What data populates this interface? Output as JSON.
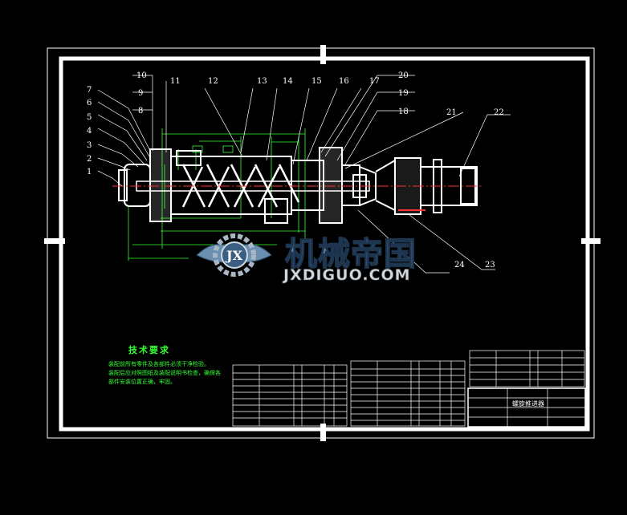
{
  "callouts": {
    "left_stack": [
      "7",
      "6",
      "5",
      "4",
      "3",
      "2",
      "1"
    ],
    "left_top": [
      "10",
      "9",
      "8"
    ],
    "top": [
      "11",
      "12",
      "13",
      "14",
      "15",
      "16",
      "17"
    ],
    "right_top": [
      "20",
      "19",
      "18"
    ],
    "far_right": [
      "21",
      "22"
    ],
    "bottom_right": [
      "24",
      "23"
    ]
  },
  "watermark": {
    "logo_text": "JX",
    "chinese": "机械帝国",
    "english": "JXDIGUO.COM"
  },
  "tech_requirements": {
    "title": "技术要求",
    "lines": [
      "装配前所有零件及各部件必须干净检验。",
      "装配后应对照图纸及装配说明书检查，确保各",
      "部件安装位置正确，牢固。"
    ]
  },
  "title_block": {
    "drawing_name": "螺旋推进器"
  },
  "colors": {
    "background": "#000000",
    "frame": "#ffffff",
    "dimension": "#33ff33",
    "centerline": "#ff3333",
    "watermark": "#5e8db8"
  }
}
